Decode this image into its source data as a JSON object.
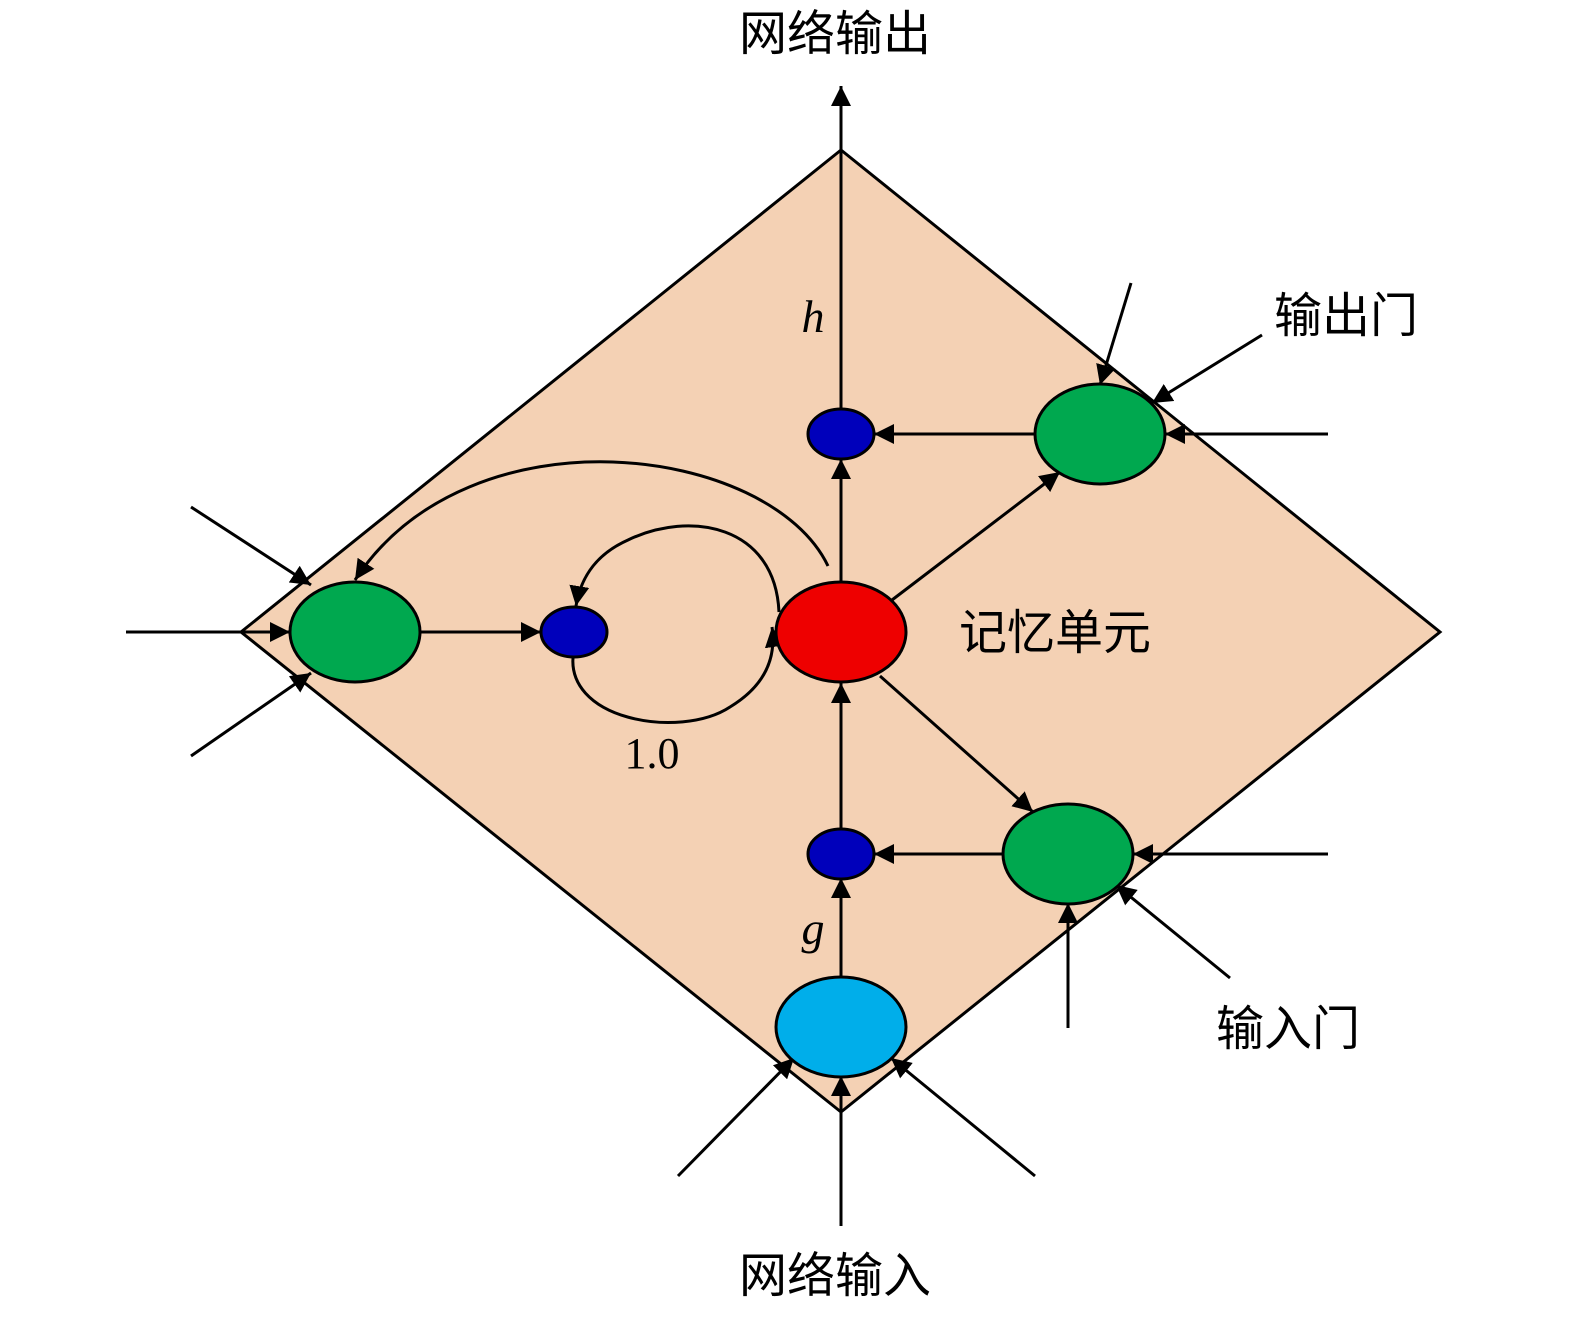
{
  "labels": {
    "network_output": "网络输出",
    "network_input": "网络输入",
    "output_gate": "输出门",
    "input_gate": "输入门",
    "memory_cell": "记忆单元",
    "h": "h",
    "g": "g",
    "self_loop_weight": "1.0"
  },
  "colors": {
    "diamond_fill": "#F4D1B4",
    "gate_green": "#00A84F",
    "memory_red": "#EE0000",
    "multiplier_blue": "#0000BB",
    "input_node_cyan": "#00AEEA",
    "line": "#000000"
  }
}
